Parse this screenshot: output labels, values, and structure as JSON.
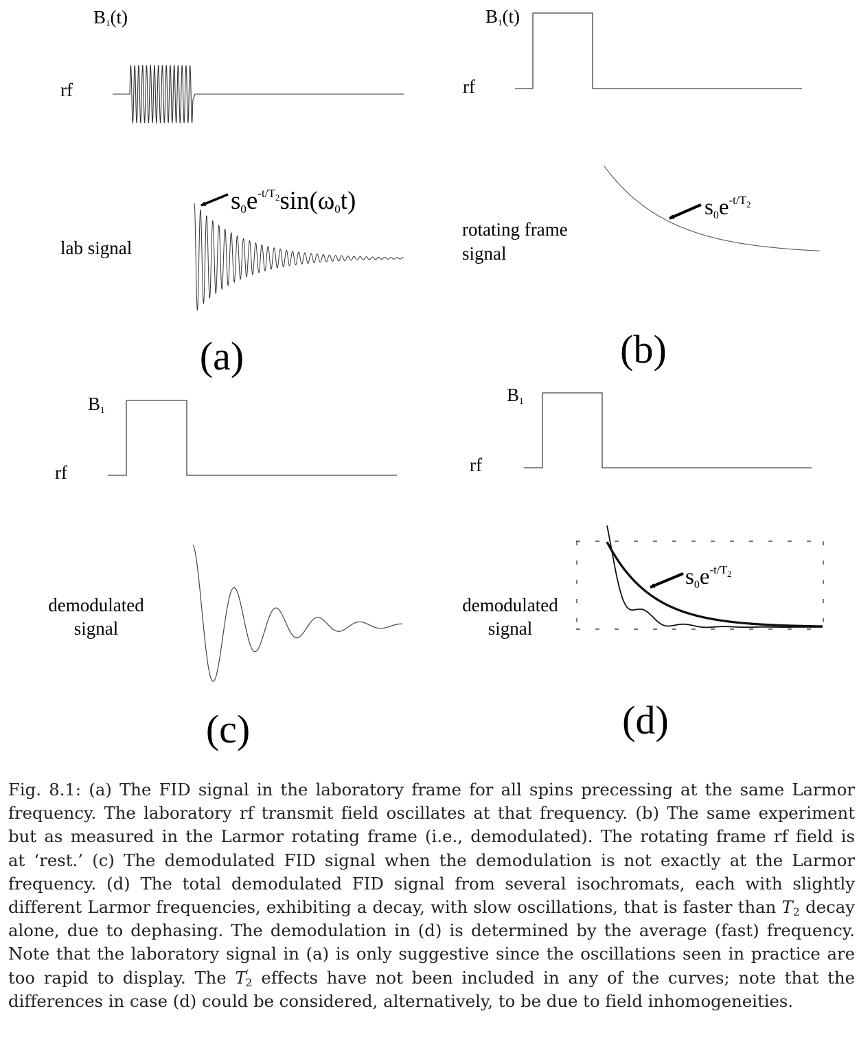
{
  "panels": {
    "a": {
      "field_label": "B",
      "field_sub": "1",
      "field_paren": "(t)",
      "rf_label": "rf",
      "signal_label": "lab signal",
      "formula_s": "s",
      "formula_0": "0",
      "formula_e": "e",
      "formula_exp": "-t/T",
      "formula_exp_sub": "2",
      "formula_tail": "sin(ω",
      "formula_tail_sub": "0",
      "formula_end": "t)",
      "panel_label": "(a)"
    },
    "b": {
      "field_label": "B",
      "field_sub": "1",
      "field_paren": "(t)",
      "rf_label": "rf",
      "signal_label_line1": "rotating frame",
      "signal_label_line2": "signal",
      "formula_s": "s",
      "formula_0": "0",
      "formula_e": "e",
      "formula_exp": "-t/T",
      "formula_exp_sub": "2",
      "panel_label": "(b)"
    },
    "c": {
      "field_label": "B",
      "field_sub": "1",
      "rf_label": "rf",
      "signal_label_line1": "demodulated",
      "signal_label_line2": "signal",
      "panel_label": "(c)"
    },
    "d": {
      "field_label": "B",
      "field_sub": "1",
      "rf_label": "rf",
      "signal_label_line1": "demodulated",
      "signal_label_line2": "signal",
      "formula_s": "s",
      "formula_0": "0",
      "formula_e": "e",
      "formula_exp": "-t/T",
      "formula_exp_sub": "2",
      "panel_label": "(d)"
    }
  },
  "caption": {
    "line1": "Fig. 8.1: (a) The FID signal in the laboratory frame for all spins precessing at the same Larmor",
    "line2": "frequency. The laboratory rf transmit field oscillates at that frequency. (b) The same experiment",
    "line3": "but as measured in the Larmor rotating frame (i.e., demodulated). The rotating frame rf field is",
    "line4": "at ‘rest.’ (c) The demodulated FID signal when the demodulation is not exactly at the Larmor",
    "line5": "frequency. (d) The total demodulated FID signal from several isochromats, each with slightly",
    "line6_a": "different Larmor frequencies, exhibiting a decay, with slow oscillations, that is faster than",
    "line6_T": "T",
    "line6_sub": "2",
    "line6_b": "decay",
    "line7": "alone, due to dephasing. The demodulation in (d) is determined by the average (fast) frequency.",
    "line8": "Note that the laboratory signal in (a) is only suggestive since the oscillations seen in practice are",
    "line9_a": "too rapid to display. The",
    "line9_T": "T",
    "line9_sup": "′",
    "line9_sub": "2",
    "line9_b": "effects have not been included in any of the curves; note that the",
    "line10": "differences in case (d) could be considered, alternatively, to be due to field inhomogeneities."
  }
}
